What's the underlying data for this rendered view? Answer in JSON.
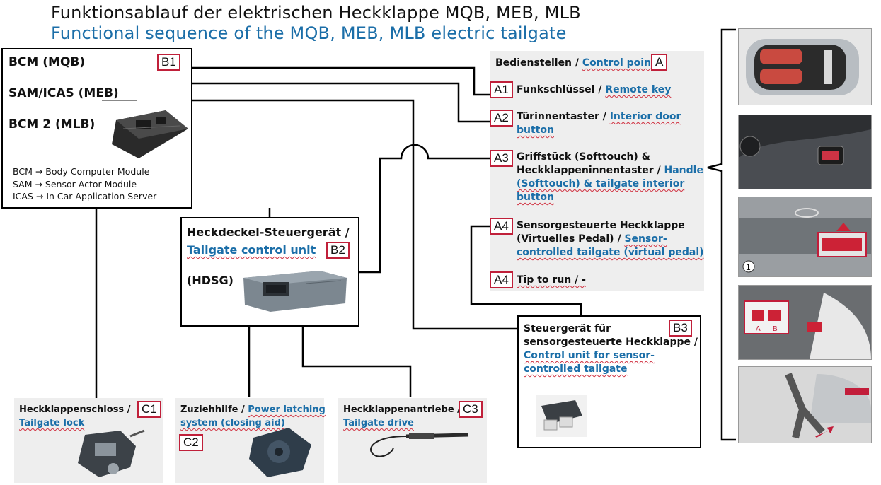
{
  "title": {
    "de": "Funktionsablauf der elektrischen Heckklappe MQB, MEB, MLB",
    "en": "Functional sequence of the MQB, MEB, MLB electric tailgate"
  },
  "b1": {
    "tag": "B1",
    "line1": "BCM (MQB)",
    "line2": "SAM/ICAS (MEB)",
    "line3": "BCM 2 (MLB)",
    "legend": [
      "BCM → Body Computer Module",
      "SAM → Sensor Actor Module",
      "ICAS → In Car Application Server"
    ]
  },
  "b2": {
    "tag": "B2",
    "line1": "Heckdeckel-Steuergerät /",
    "line2_en": "Tailgate control unit",
    "line3": "(HDSG)"
  },
  "b3": {
    "tag": "B3",
    "line1": "Steuergerät für",
    "line2": "sensorgesteuerte Heckklappe /",
    "line3_en": "Control unit for sensor-",
    "line4_en": "controlled tailgate"
  },
  "a": {
    "tag": "A",
    "header_de": "Bedienstellen / ",
    "header_en": "Control points",
    "items": [
      {
        "tag": "A1",
        "de": "Funkschlüssel / ",
        "en": "Remote key"
      },
      {
        "tag": "A2",
        "de": "Türinnentaster / ",
        "en1": "Interior door",
        "en2": "button"
      },
      {
        "tag": "A3",
        "de1": "Griffstück (Softtouch) &",
        "de2": "Heckklappeninnentaster / ",
        "en1": "Handle",
        "en2": "(Softtouch) & tailgate interior",
        "en3": "button"
      },
      {
        "tag": "A4",
        "de1": "Sensorgesteuerte Heckklappe",
        "de2": "(Virtuelles Pedal) / ",
        "en1": "Sensor-",
        "en2": "controlled tailgate (virtual pedal)"
      },
      {
        "tag": "A4",
        "de": "Tip to run / -"
      }
    ]
  },
  "c1": {
    "tag": "C1",
    "de": "Heckklappenschloss /",
    "en": "Tailgate lock"
  },
  "c2": {
    "tag": "C2",
    "de": "Zuziehhilfe / ",
    "en1": "Power latching",
    "en2": "system (closing aid)"
  },
  "c3": {
    "tag": "C3",
    "de": "Heckklappenantriebe /",
    "en": "Tailgate drive"
  },
  "photos": {
    "p5_label_a": "A",
    "p5_label_b": "B",
    "p3_number": "1"
  },
  "colors": {
    "accent_blue": "#1b6ea8",
    "tag_red": "#c0203a",
    "panel_gray": "#eeeeee"
  }
}
